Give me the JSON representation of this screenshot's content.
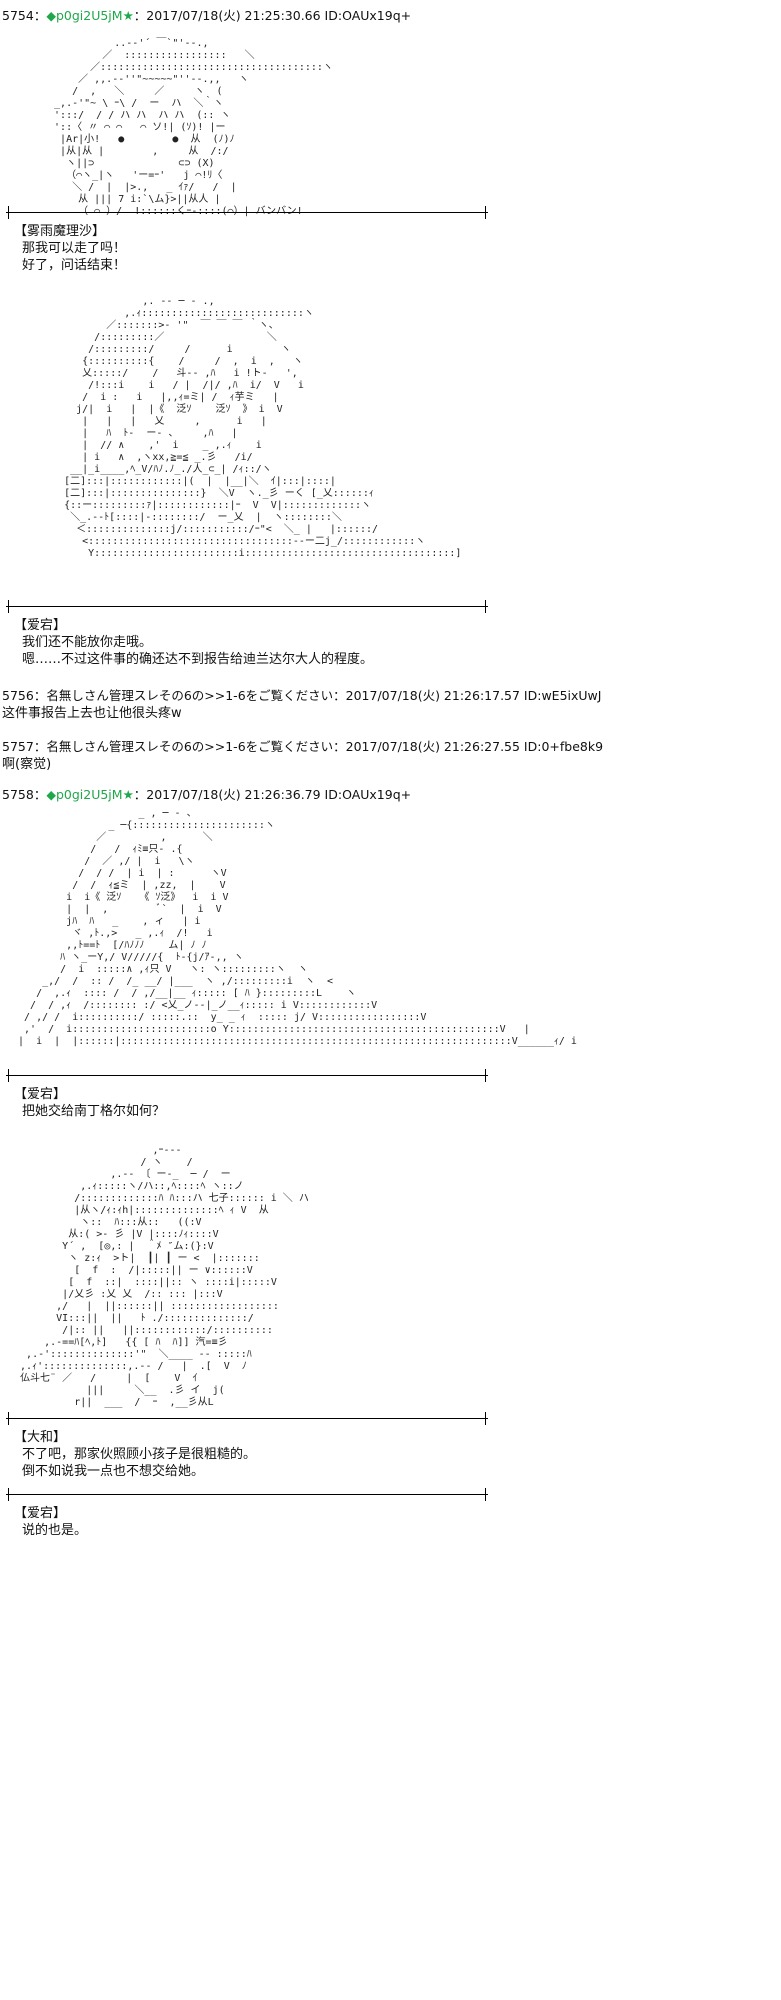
{
  "posts": [
    {
      "number": "5754",
      "sep": "：",
      "trip": "◆p0gi2U5jM",
      "star": "★",
      "datetime": "：2017/07/18(火) 21:25:30.66 ID:OAUx19q+"
    },
    {
      "number": "5756",
      "sep": "：",
      "name": "名無しさん管理スレその6の>>1-6をご覧ください",
      "datetime": "：2017/07/18(火) 21:26:17.57 ID:wE5ixUwJ",
      "text": "这件事报告上去也让他很头疼w"
    },
    {
      "number": "5757",
      "sep": "：",
      "name": "名無しさん管理スレその6の>>1-6をご覧ください",
      "datetime": "：2017/07/18(火) 21:26:27.55 ID:0+fbe8k9",
      "text": "啊(察觉)"
    },
    {
      "number": "5758",
      "sep": "：",
      "trip": "◆p0gi2U5jM",
      "star": "★",
      "datetime": "：2017/07/18(火) 21:26:36.79 ID:OAUx19q+"
    }
  ],
  "dialogs": [
    {
      "speaker": "【雾雨魔理沙】",
      "lines": [
        "那我可以走了吗！",
        "好了，问话结束！"
      ]
    },
    {
      "speaker": "【爱宕】",
      "lines": [
        "我们还不能放你走哦。",
        "嗯……不过这件事的确还达不到报告给迪兰达尔大人的程度。"
      ]
    },
    {
      "speaker": "【爱宕】",
      "lines": [
        "把她交给南丁格尔如何？"
      ]
    },
    {
      "speaker": "【大和】",
      "lines": [
        "不了吧，那家伙照顾小孩子是很粗糙的。",
        "倒不如说我一点也不想交给她。"
      ]
    },
    {
      "speaker": "【爱宕】",
      "lines": [
        "说的也是。"
      ]
    }
  ],
  "art": {
    "marisa": "            ..-‐'´ ￣`\"'‐-.,\n          ／  :::::::::::::::::   ＼\n        ／:::::::::::::::::::::::::::::::::::::ヽ\n      ／ ,,.-‐''\"~~~~~\"''‐-.,,   ヽ\n     /  ,   ＼     ／     ヽ  (\n  _,.-'\"~ \\ ｰ\\ /  ー  ハ  ＼｀ヽ\n  ':::/  / / ハ ハ  ハ ハ  (:: ヽ\n  '::〈 〃 ⌒ ⌒   ⌒ ソ!| (ｿ)! |ー\n   |Ar|小!   ●        ●  从  (ﾉ)ﾉ\n   |从|从 |        ,     从  /:/\n    ヽ||⊃              ⊂⊃ (X)\n    （⌒ヽ_|ヽ   'ー=ｰ'   j ⌒!ﾘ〈\n     ＼ /  |  |>.,   _ ｲｧ/   /  |\n      从 ||| 7 i:`\\ム}>||从人 |\n      （ ⌒ ）/  !::::::くｰ-::::(⌒）| バンバン!",
    "atago1": "                 ,. -‐ ─ - .,\n              ,.ｨ:::::::::::::::::::::::::::ヽ\n           ／:::::::>‐ '\"  ￣ ￣ ￣ ｀ヽ、\n         /:::::::::／                 ＼\n        /:::::::::/     /      i        ヽ\n       {::::::::::{    /     /  ,  i  ,   ヽ\n       乂:::::/    /   斗-‐ ,ﾊ   i !ト-   ',\n        /!:::i    i   / |  /|/ ,ﾊ  i/  V   i\n       /  i :   i   |,,ｨ=ミ| /  ｨ芋ミ   |\n      j/|  i   |  |《  泛ｿ    泛ｿ  》 i  V\n       |   |   |   乂     ,      i   |\n       |   ﾊ  ﾄ-  ー- 、    ,ﾊ   |\n       |  // ∧    ,'  i    _ ,.ｨ    i\n       | i   ∧  ,ヽxx,≧=≦ _.彡   /i/\n     __|_i____,ﾍ_V/ﾊﾉ.ﾉ_./人_⊂_| /ｨ::/ヽ\n    [二]:::|::::::::::::|(  |  |__|＼  ｲ|:::|::::|\n    [二]:::|:::::::::::::::}  ＼V  ヽ._彡 ーく [_乂::::::ｨ\n    {::ー:::::::::ｧ|::::::::::::|ｰ  V  V|:::::::::::::ヽ\n     ＼_.-‐ﾄ[::::|-::::::::/  ー_乂  |  ヽ::::::::＼\n      ＜::::::::::::::j/:::::::::::/ｰ\"<  ＼_ |   |::::::/\n       <::::::::::::::::::::::::::::::::::-‐ー二j_/::::::::::::ヽ\n        Y::::::::::::::::::::::::i:::::::::::::::::::::::::::::::::::]",
    "atago2": "                     _ , ─ - 、\n                _ ─{::::::::::::::::::::::ヽ\n              ／         ,      ＼\n             /   /  ｨﾐ≡只- .{\n            /  ／ ,/ |  i   \\ヽ\n           /  / /  | i  | :      ヽV\n          /  /  ｨ≦ミ  | ,zz,  |    V\n         i  i《 泛ｿ   《 ｿ泛》  i  i V\n         |  |  ,        ﾞ`  |  i  V\n         jﾊ  ﾊ   _    , ィ   | i\n          ヾ ,ﾄ.,>   _ ,.ｨ  /!   i\n         ,,ﾄ==ﾄ  [/ﾊﾉﾉﾉ    ム| ﾉ ﾉ\n        ﾊ ヽ_ーY,/ V/////{  ﾄ-{j/ｱ-,, ヽ\n        /  i  :::::∧ ,ｨ只 V   ヽ: ヽ:::::::::ヽ  ヽ\n     _,/  /  :: /  /_ __/ |___  ヽ ,/:::::::::i  ヽ  <\n    /  ,.ｨ  :::: /  / ,/__|__ ｨ::::: [ ﾊ }:::::::::L    ヽ\n   /  / ,ｨ  /:::::::: :/ <乂_ノ-‐|_ノ__ｨ::::: i V::::::::::::V\n  / ,/ /  i::::::::::/ :::::.::  y_ _ ｨ  ::::: j/ V:::::::::::::::::V\n  ,'  /  i:::::::::::::::::::::::o Y:::::::::::::::::::::::::::::::::::::::::::::V   |\n |  i  |  |::::::|:::::::::::::::::::::::::::::::::::::::::::::::::::::::::::::::::V______ｨ/ i",
    "yamato": "                        ,ｰ‐‐-\n                      / ヽ    /\n                 ,.-‐ 〔 ー-_  ─ /  ー\n            ,.ｨ:::::ヽ/ハ::,ﾍ::::ﾍ ヽ::ノ\n           /:::::::::::::ﾊ ﾊ:::ハ 七子:::::: i ＼ ハ\n           |从ヽ/ｨ:ｨh|::::::::::::::ﾍ ｨ V  从\n            ヽ::  ﾊ:::从::   ((:V\n          从:( >‐ 彡 |V |::::ﾉｨ::::V\n         Y´ ,  [◎,: |  ＾ﾒ ″ム:(}:V\n          ヽ z:ｨ  >ト|  ┃| ┃ ー <  |:::::::\n           [  f  :  /|:::::|| ー ∨::::::V\n          [  f  ::|  ::::||:: ヽ ::::i|:::::V\n         |/乂彡 :乂 乂  /:: ::: |:::V\n        ,/   |  ||::::::|| ::::::::::::::::::\n        VI:::||  ||   ﾄ ./::::::::::::::/\n         /|:: ||   ||::::::::::::/::::::::::\n      ,.-==ﾊ[ﾍ,ﾄ]   {{ [ ﾊ  ﾊ]] 汽=≡彡\n   ,.-'::::::::::::::'\"  ＼____ -‐ :::::ﾊ\n  ,.ｨ'::::::::::::::,.-‐ /   |  .[  V  ﾉ\n  仏斗七¨ ／   /     |  [    V  ｲ\n             |||     ＼__  .彡 イ  j(\n           r||  ___  /  ｰ  ,__彡从L"
  }
}
